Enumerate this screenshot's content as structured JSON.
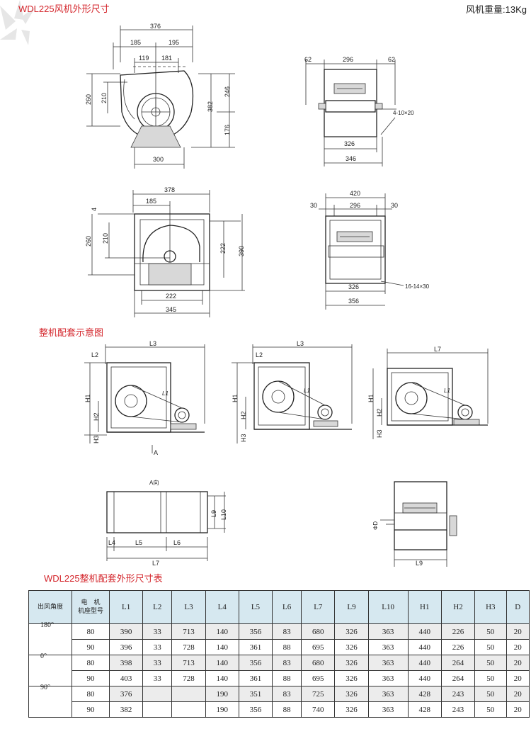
{
  "header": {
    "title": "WDL225风机外形尺寸",
    "weight": "风机重量:13Kg"
  },
  "drawings": {
    "side_view": {
      "d376": "376",
      "d185": "185",
      "d195": "195",
      "d119": "119",
      "d181": "181",
      "d260": "260",
      "d210": "210",
      "d382": "382",
      "d246": "246",
      "d176": "176",
      "d300": "300"
    },
    "front_view": {
      "d62a": "62",
      "d296": "296",
      "d62b": "62",
      "d326": "326",
      "d346": "346",
      "hole": "4-10×20"
    },
    "side_view2": {
      "d378": "378",
      "d185": "185",
      "d4": "4",
      "d260": "260",
      "d210": "210",
      "d222v": "222",
      "d390": "390",
      "d222h": "222",
      "d345": "345"
    },
    "front_view2": {
      "d420": "420",
      "d30a": "30",
      "d296": "296",
      "d30b": "30",
      "d326": "326",
      "d356": "356",
      "hole": "16-14×30"
    }
  },
  "assembly": {
    "title": "整机配套示意图",
    "labels": {
      "L1": "L1",
      "L2": "L2",
      "L3": "L3",
      "L4": "L4",
      "L5": "L5",
      "L6": "L6",
      "L7": "L7",
      "L9": "L9",
      "L10": "L10",
      "H1": "H1",
      "H2": "H2",
      "H3": "H3",
      "A": "A",
      "A_view": "A向",
      "D": "ΦD"
    }
  },
  "table": {
    "title": "WDL225整机配套外形尺寸表",
    "headers": {
      "angle": "出风角度",
      "motor_line1": "电　机",
      "motor_line2": "机座型号",
      "cols": [
        "L1",
        "L2",
        "L3",
        "L4",
        "L5",
        "L6",
        "L7",
        "L9",
        "L10",
        "H1",
        "H2",
        "H3",
        "D"
      ]
    },
    "angles": [
      "180°",
      "0°",
      "90°"
    ],
    "rows": [
      {
        "motor": "80",
        "L1": "390",
        "L2": "33",
        "L3": "713",
        "L4": "140",
        "L5": "356",
        "L6": "83",
        "L7": "680",
        "L9": "326",
        "L10": "363",
        "H1": "440",
        "H2": "226",
        "H3": "50",
        "D": "20"
      },
      {
        "motor": "90",
        "L1": "396",
        "L2": "33",
        "L3": "728",
        "L4": "140",
        "L5": "361",
        "L6": "88",
        "L7": "695",
        "L9": "326",
        "L10": "363",
        "H1": "440",
        "H2": "226",
        "H3": "50",
        "D": "20"
      },
      {
        "motor": "80",
        "L1": "398",
        "L2": "33",
        "L3": "713",
        "L4": "140",
        "L5": "356",
        "L6": "83",
        "L7": "680",
        "L9": "326",
        "L10": "363",
        "H1": "440",
        "H2": "264",
        "H3": "50",
        "D": "20"
      },
      {
        "motor": "90",
        "L1": "403",
        "L2": "33",
        "L3": "728",
        "L4": "140",
        "L5": "361",
        "L6": "88",
        "L7": "695",
        "L9": "326",
        "L10": "363",
        "H1": "440",
        "H2": "264",
        "H3": "50",
        "D": "20"
      },
      {
        "motor": "80",
        "L1": "376",
        "L2": "",
        "L3": "",
        "L4": "190",
        "L5": "351",
        "L6": "83",
        "L7": "725",
        "L9": "326",
        "L10": "363",
        "H1": "428",
        "H2": "243",
        "H3": "50",
        "D": "20"
      },
      {
        "motor": "90",
        "L1": "382",
        "L2": "",
        "L3": "",
        "L4": "190",
        "L5": "356",
        "L6": "88",
        "L7": "740",
        "L9": "326",
        "L10": "363",
        "H1": "428",
        "H2": "243",
        "H3": "50",
        "D": "20"
      }
    ]
  }
}
